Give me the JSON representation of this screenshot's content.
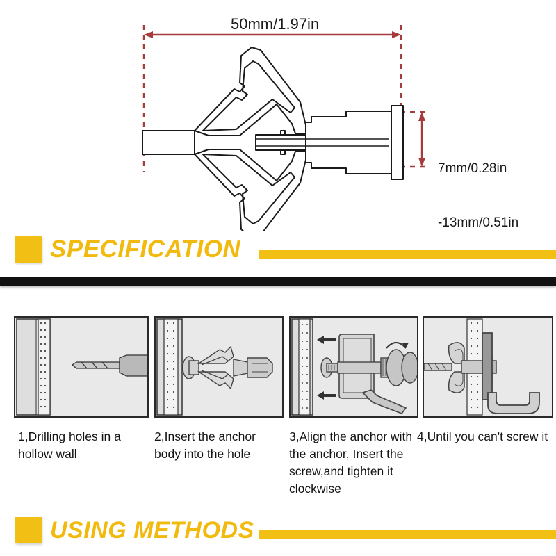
{
  "product_diagram": {
    "width_dimension": "50mm/1.97in",
    "height_dimension_line1": "7mm/0.28in",
    "height_dimension_line2": "-13mm/0.51in",
    "dimension_line_color": "#A53B3B",
    "outline_color": "#1a1a1a"
  },
  "sections": {
    "specification": {
      "title": "SPECIFICATION",
      "accent_color": "#F2C014"
    },
    "using_methods": {
      "title": "USING METHODS",
      "accent_color": "#F2C014"
    },
    "divider_color": "#111111"
  },
  "steps": [
    {
      "caption": "1,Drilling holes in a hollow wall",
      "illustration": "drill-bit-into-hollow-wall"
    },
    {
      "caption": "2,Insert the anchor body into the hole",
      "illustration": "anchor-body-inserted"
    },
    {
      "caption": "3,Align the anchor with the anchor, Insert the screw,and tighten it clockwise",
      "illustration": "align-and-tighten-screw"
    },
    {
      "caption": "4,Until you can't screw it",
      "illustration": "anchor-expanded-behind-wall"
    }
  ]
}
